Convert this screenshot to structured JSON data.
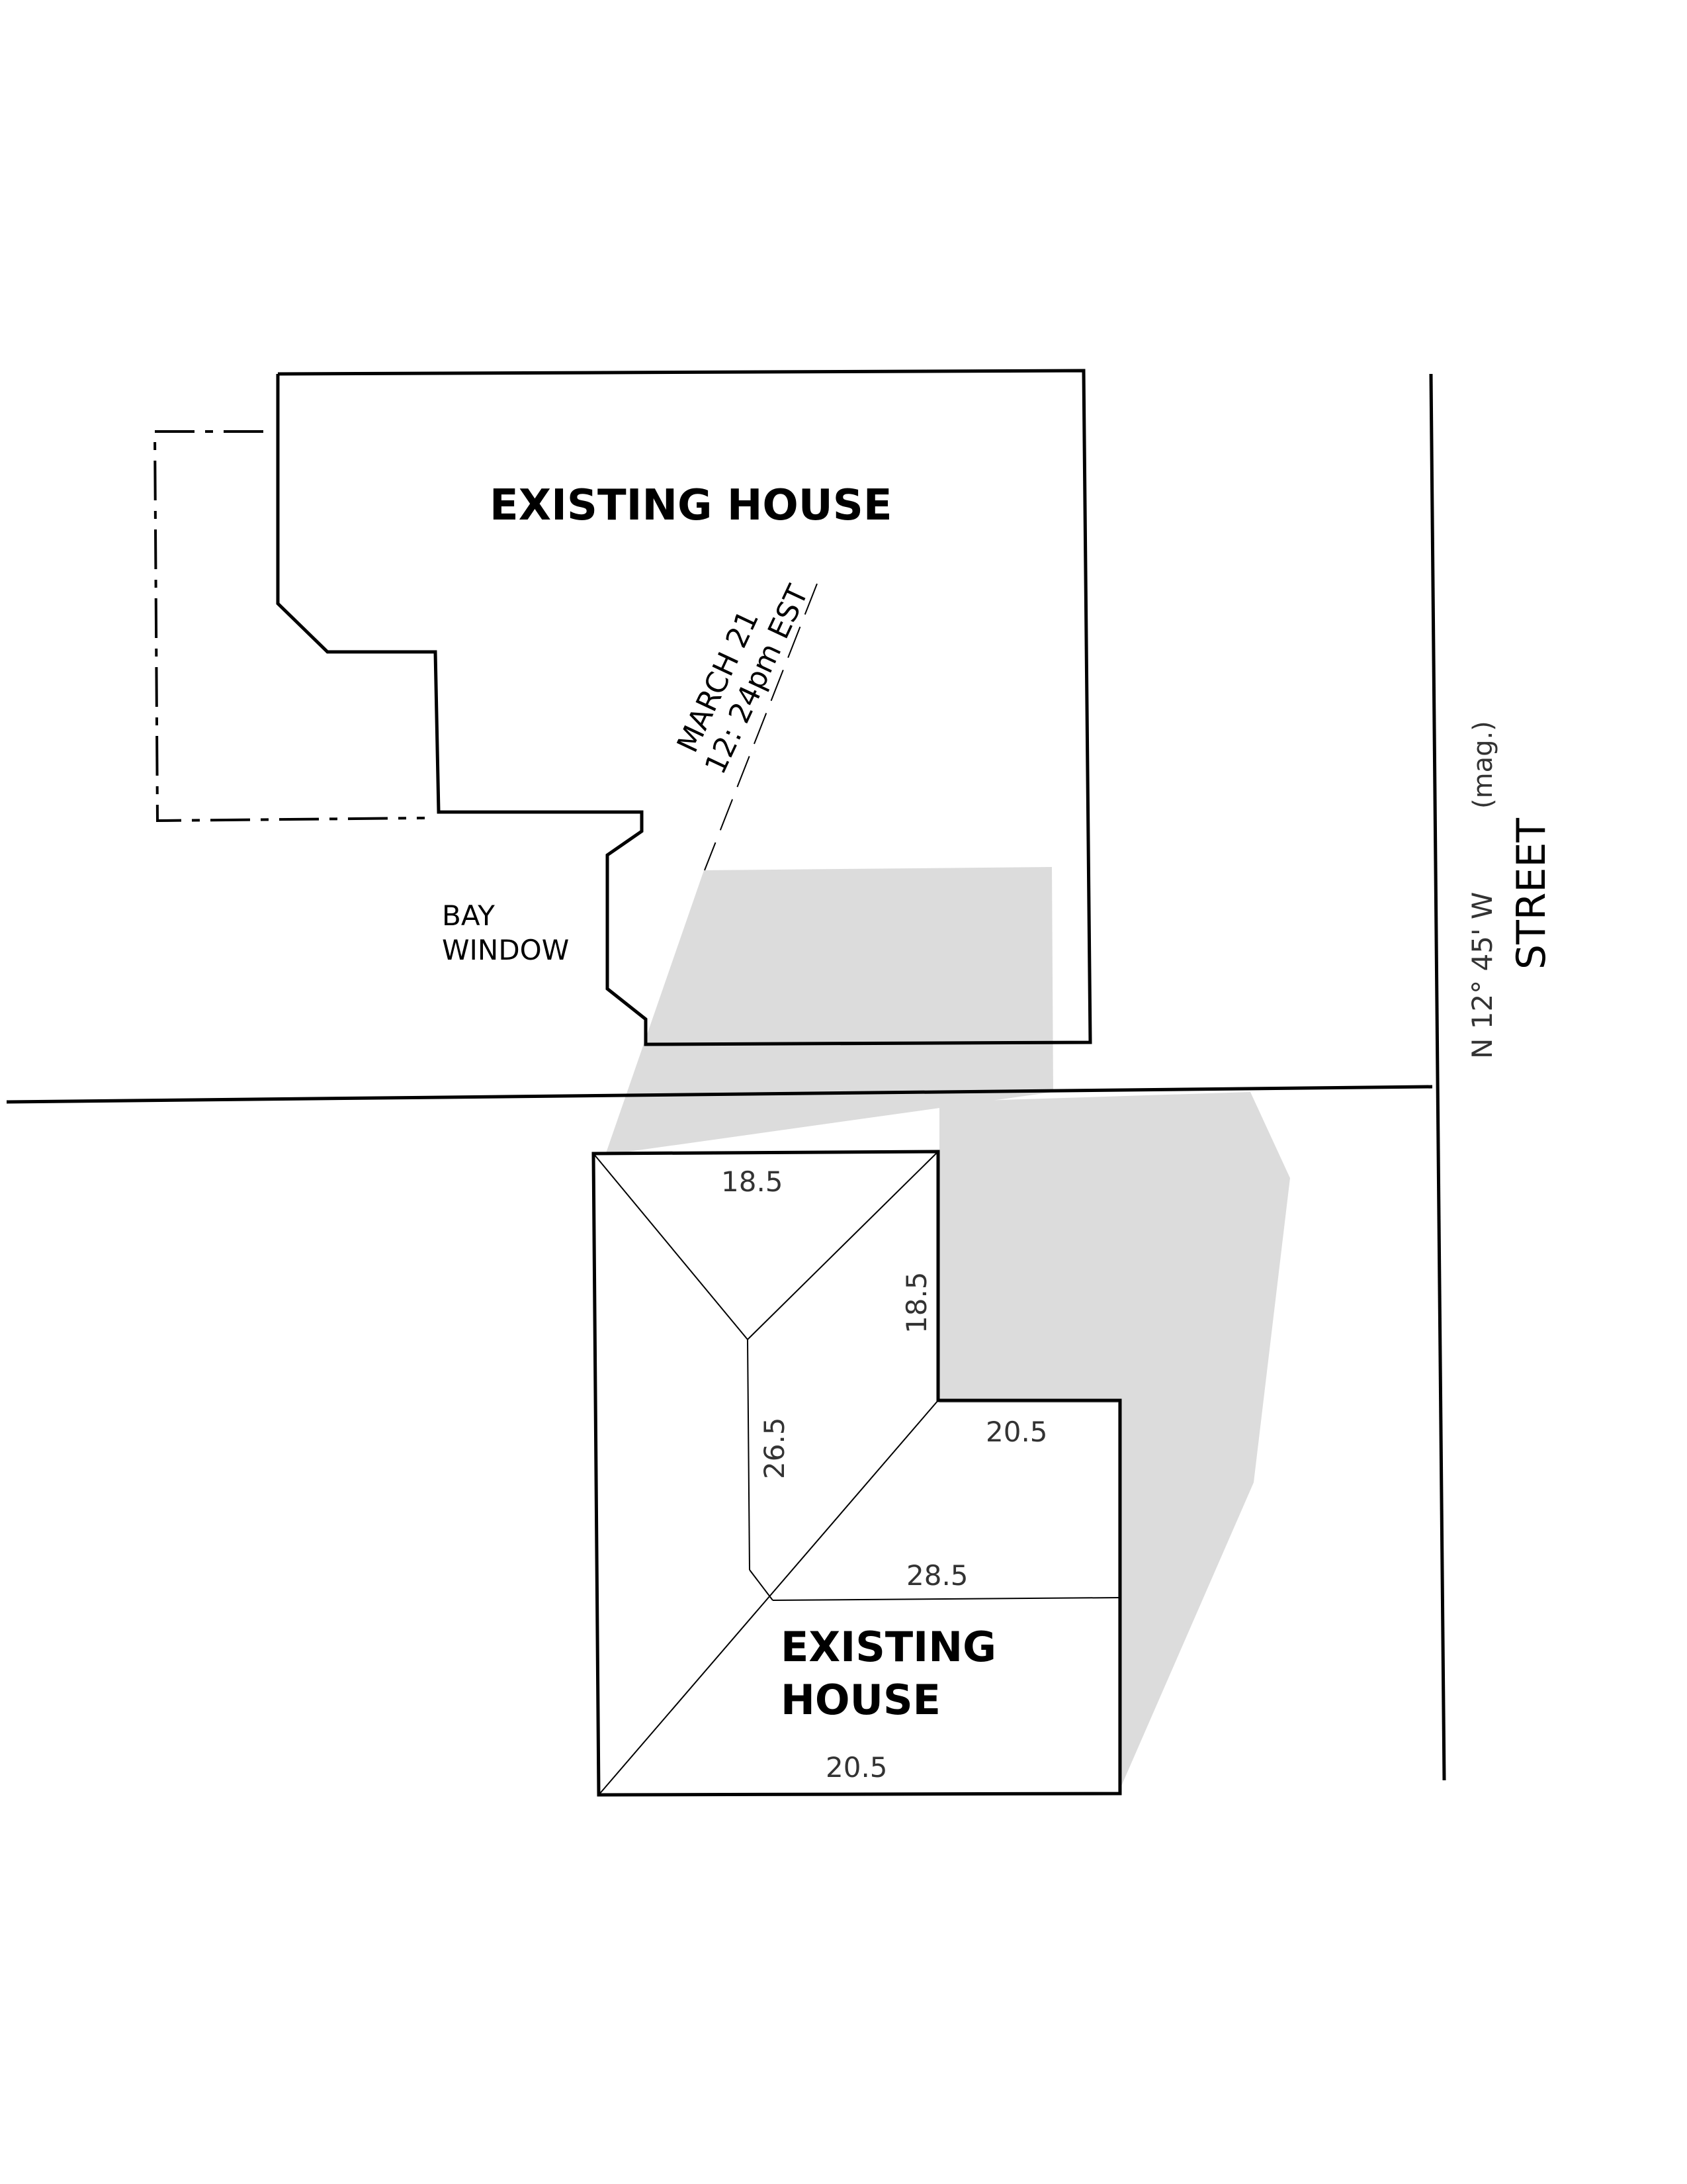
{
  "upper_house": {
    "label": "EXISTING HOUSE"
  },
  "bay_window": {
    "line1": "BAY",
    "line2": "WINDOW"
  },
  "sun_note": {
    "line1": "MARCH 21",
    "line2": "12: 24pm EST"
  },
  "lower_house": {
    "label_line1": "EXISTING",
    "label_line2": "HOUSE",
    "dimensions": {
      "top": "18.5",
      "right_upper": "18.5",
      "ridge": "26.5",
      "notch": "20.5",
      "middle": "28.5",
      "bottom": "20.5"
    }
  },
  "street": {
    "label": "STREET",
    "bearing": "N 12° 45' W",
    "bearing_note": "(mag.)"
  },
  "colors": {
    "line": "#000000",
    "shadow": "#dcdcdc",
    "background": "#ffffff"
  }
}
